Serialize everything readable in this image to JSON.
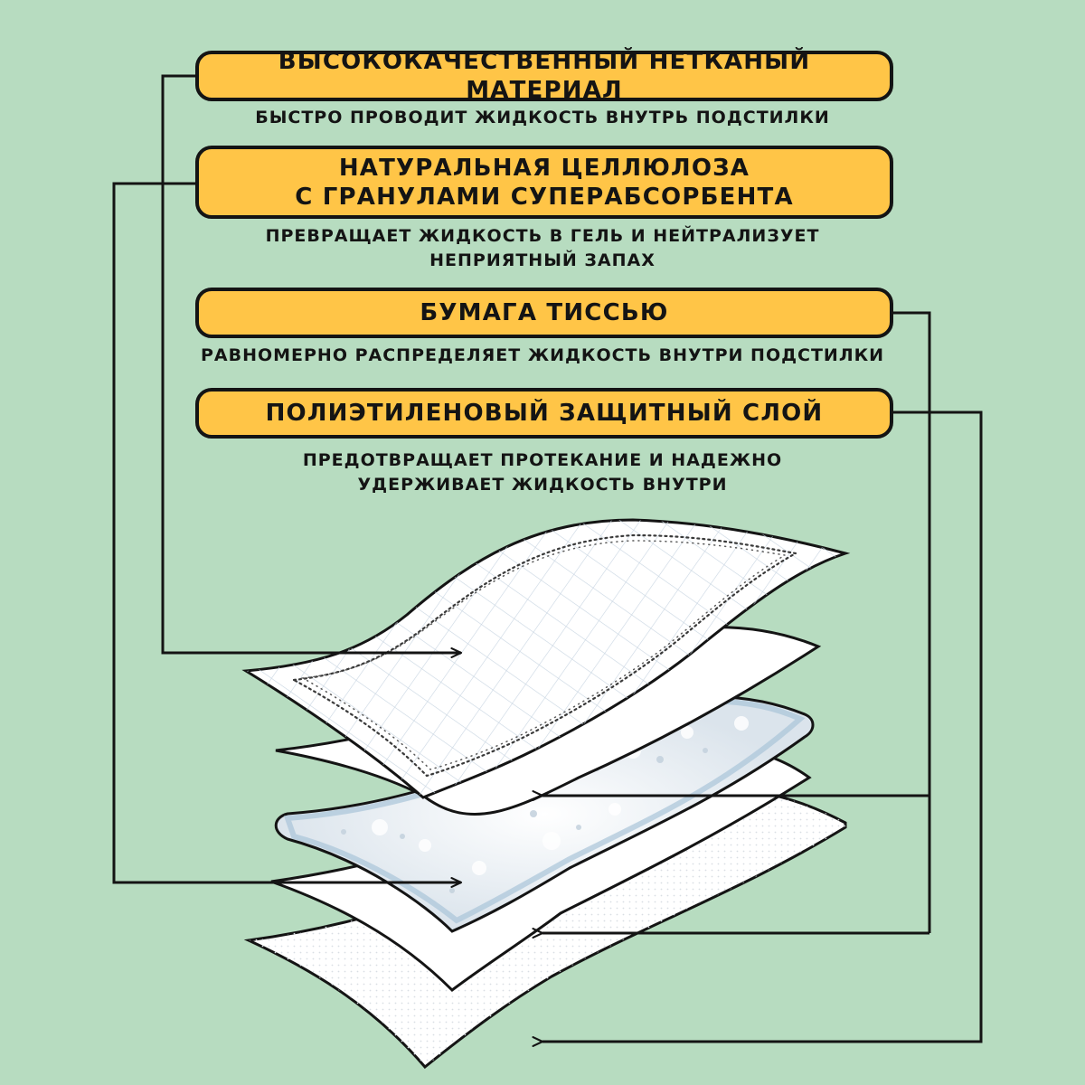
{
  "layers": [
    {
      "title": "ВЫСОКОКАЧЕСТВЕННЫЙ НЕТКАНЫЙ МАТЕРИАЛ",
      "description": "БЫСТРО ПРОВОДИТ ЖИДКОСТЬ ВНУТРЬ ПОДСТИЛКИ"
    },
    {
      "title": "НАТУРАЛЬНАЯ ЦЕЛЛЮЛОЗА\nС ГРАНУЛАМИ СУПЕРАБСОРБЕНТА",
      "description": "ПРЕВРАЩАЕТ ЖИДКОСТЬ В ГЕЛЬ И НЕЙТРАЛИЗУЕТ\nНЕПРИЯТНЫЙ ЗАПАХ"
    },
    {
      "title": "БУМАГА ТИССЬЮ",
      "description": "РАВНОМЕРНО РАСПРЕДЕЛЯЕТ ЖИДКОСТЬ ВНУТРИ ПОДСТИЛКИ"
    },
    {
      "title": "ПОЛИЭТИЛЕНОВЫЙ ЗАЩИТНЫЙ СЛОЙ",
      "description": "ПРЕДОТВРАЩАЕТ ПРОТЕКАНИЕ И НАДЕЖНО\nУДЕРЖИВАЕТ ЖИДКОСТЬ ВНУТРИ"
    }
  ],
  "colors": {
    "background": "#b7dcc0",
    "label_fill": "#ffc547",
    "outline": "#141414",
    "sheet": "#ffffff",
    "core": "#dfe8ee"
  }
}
